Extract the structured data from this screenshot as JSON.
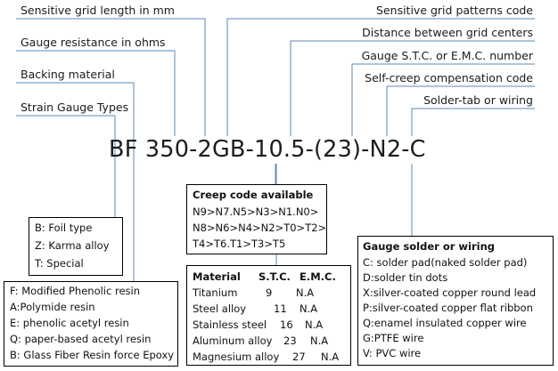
{
  "labels_left": [
    "Sensitive grid length in mm",
    "Gauge resistance in ohms",
    "Backing material",
    "Strain Gauge Types"
  ],
  "labels_right": [
    "Sensitive grid patterns code",
    "Distance between grid centers",
    "Gauge S.T.C. or  E.M.C. number",
    "Self-creep compensation code",
    "Solder-tab or wiring"
  ],
  "model_code": "BF 350-2GB-10.5-(23)-N2-C",
  "types_box": {
    "items": [
      "B: Foil  type",
      "Z: Karma alloy",
      "T: Special"
    ]
  },
  "backing_box": {
    "items": [
      "F: Modified Phenolic resin",
      "A:Polymide resin",
      "E: phenolic acetyl resin",
      "Q: paper-based acetyl resin",
      "B: Glass Fiber Resin force Epoxy"
    ]
  },
  "creep_box": {
    "title": "Creep code available",
    "lines": [
      "N9>N7.N5>N3>N1.N0>",
      "N8>N6>N4>N2>T0>T2>",
      "T4>T6.T1>T3>T5"
    ]
  },
  "material_box": {
    "headers": [
      "Material",
      "S.T.C.",
      "E.M.C."
    ],
    "rows": [
      [
        "Titanium",
        "9",
        "N.A"
      ],
      [
        "Steel alloy",
        "11",
        "N.A"
      ],
      [
        "Stainless steel",
        "16",
        "N.A"
      ],
      [
        "Aluminum alloy",
        "23",
        "N.A"
      ],
      [
        "Magnesium alloy",
        "27",
        "N.A"
      ]
    ]
  },
  "solder_box": {
    "title": "Gauge solder or wiring",
    "items": [
      "C: solder pad(naked solder pad)",
      "D:solder tin dots",
      "X:silver-coated copper round lead",
      "P:silver-coated copper flat ribbon",
      "Q:enamel insulated copper wire",
      "G:PTFE wire",
      "V: PVC wire"
    ]
  },
  "colors": {
    "leader_line": "#5b8ab4",
    "text": "#1b1b1b"
  }
}
